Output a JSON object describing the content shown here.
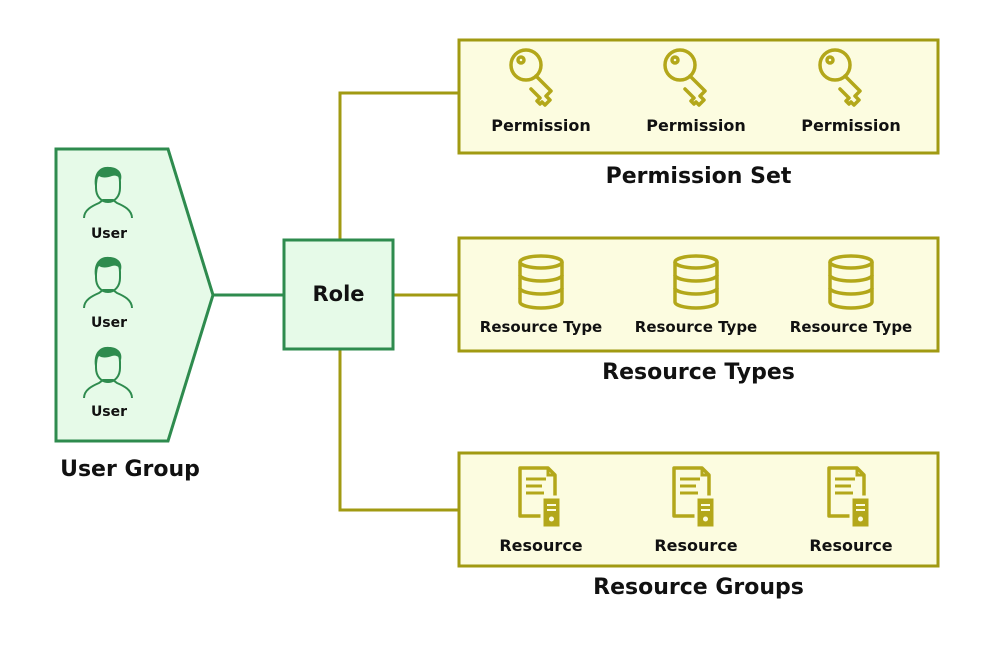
{
  "colors": {
    "green_stroke": "#2e8b4e",
    "green_fill": "#e6fae8",
    "olive_stroke": "#a19a12",
    "olive_fill": "#fcfce0",
    "olive_icon": "#b3a71a",
    "green_icon": "#2e8b4e"
  },
  "user_group": {
    "caption": "User Group",
    "users": [
      {
        "label": "User",
        "icon": "user-icon"
      },
      {
        "label": "User",
        "icon": "user-icon"
      },
      {
        "label": "User",
        "icon": "user-icon"
      }
    ]
  },
  "role": {
    "label": "Role"
  },
  "permission_set": {
    "caption": "Permission Set",
    "items": [
      {
        "label": "Permission",
        "icon": "key-icon"
      },
      {
        "label": "Permission",
        "icon": "key-icon"
      },
      {
        "label": "Permission",
        "icon": "key-icon"
      }
    ]
  },
  "resource_types": {
    "caption": "Resource Types",
    "items": [
      {
        "label": "Resource Type",
        "icon": "database-icon"
      },
      {
        "label": "Resource Type",
        "icon": "database-icon"
      },
      {
        "label": "Resource Type",
        "icon": "database-icon"
      }
    ]
  },
  "resource_groups": {
    "caption": "Resource Groups",
    "items": [
      {
        "label": "Resource",
        "icon": "resource-server-icon"
      },
      {
        "label": "Resource",
        "icon": "resource-server-icon"
      },
      {
        "label": "Resource",
        "icon": "resource-server-icon"
      }
    ]
  }
}
